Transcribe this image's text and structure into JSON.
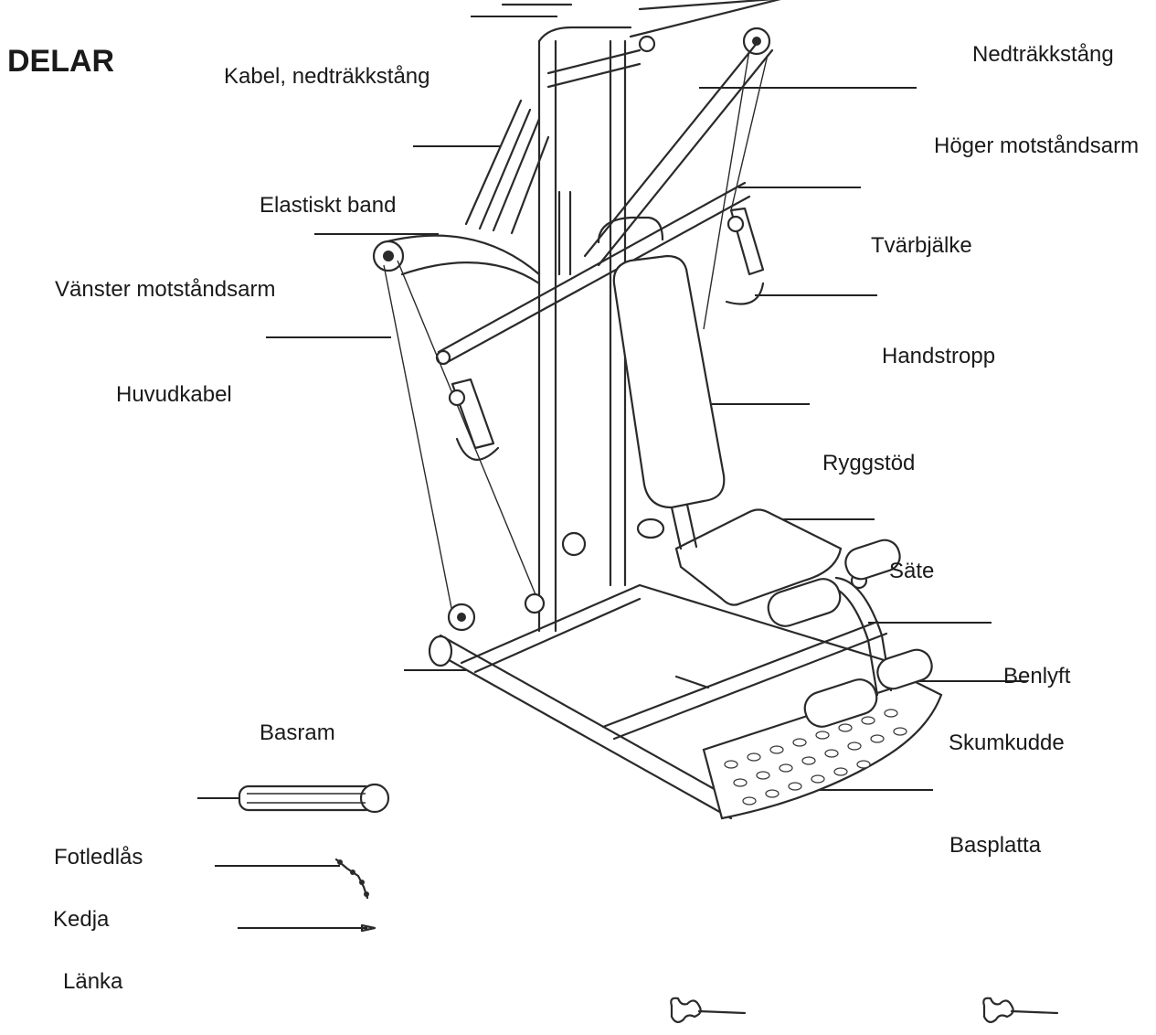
{
  "heading": "DELAR",
  "labels": {
    "kabel_nedtrakkstang": "Kabel, nedträkkstång",
    "nedtrakkstang": "Nedträkkstång",
    "hoger_motstandsarm": "Höger motståndsarm",
    "elastiskt_band": "Elastiskt band",
    "tvarbjalke": "Tvärbjälke",
    "vanster_motstandsarm": "Vänster motståndsarm",
    "handstropp": "Handstropp",
    "huvudkabel": "Huvudkabel",
    "ryggstod": "Ryggstöd",
    "sate": "Säte",
    "benlyft": "Benlyft",
    "skumkudde": "Skumkudde",
    "basram": "Basram",
    "basplatta": "Basplatta",
    "fotledlas": "Fotledlås",
    "kedja": "Kedja",
    "lanka": "Länka"
  },
  "colors": {
    "line": "#2a2a2a",
    "background": "#ffffff"
  }
}
